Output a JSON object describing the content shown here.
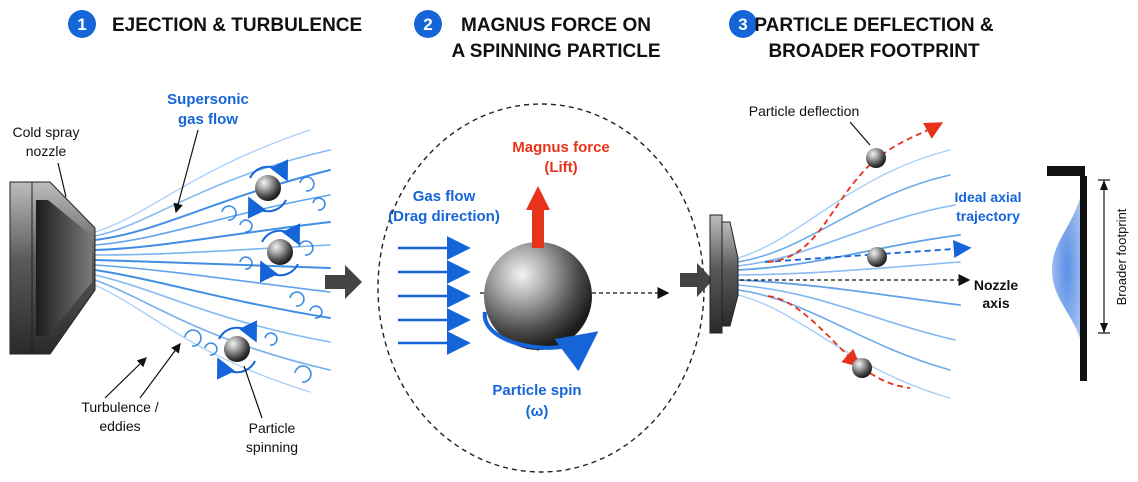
{
  "steps": [
    {
      "number": "1",
      "title_line1": "EJECTION & TURBULENCE",
      "title_line2": ""
    },
    {
      "number": "2",
      "title_line1": "MAGNUS FORCE ON",
      "title_line2": "A SPINNING PARTICLE"
    },
    {
      "number": "3",
      "title_line1": "PARTICLE DEFLECTION &",
      "title_line2": "BROADER FOOTPRINT"
    }
  ],
  "panel1": {
    "nozzle_label": [
      "Cold spray",
      "nozzle"
    ],
    "flow_label": [
      "Supersonic",
      "gas flow"
    ],
    "turbulence_label": [
      "Turbulence /",
      "eddies"
    ],
    "spin_label": [
      "Particle",
      "spinning"
    ]
  },
  "panel2": {
    "magnus_label": [
      "Magnus force",
      "(Lift)"
    ],
    "gasflow_label": [
      "Gas flow",
      "(Drag direction)"
    ],
    "spin_label": [
      "Particle spin",
      "(ω)"
    ]
  },
  "panel3": {
    "deflection_label": "Particle deflection",
    "ideal_label": [
      "Ideal axial",
      "trajectory"
    ],
    "axis_label": [
      "Nozzle",
      "axis"
    ],
    "footprint_label": "Broader footprint"
  },
  "colors": {
    "badge": "#1565d8",
    "flow": "#1e7be0",
    "force": "#e8331c",
    "metal": "#6c6c6c"
  }
}
